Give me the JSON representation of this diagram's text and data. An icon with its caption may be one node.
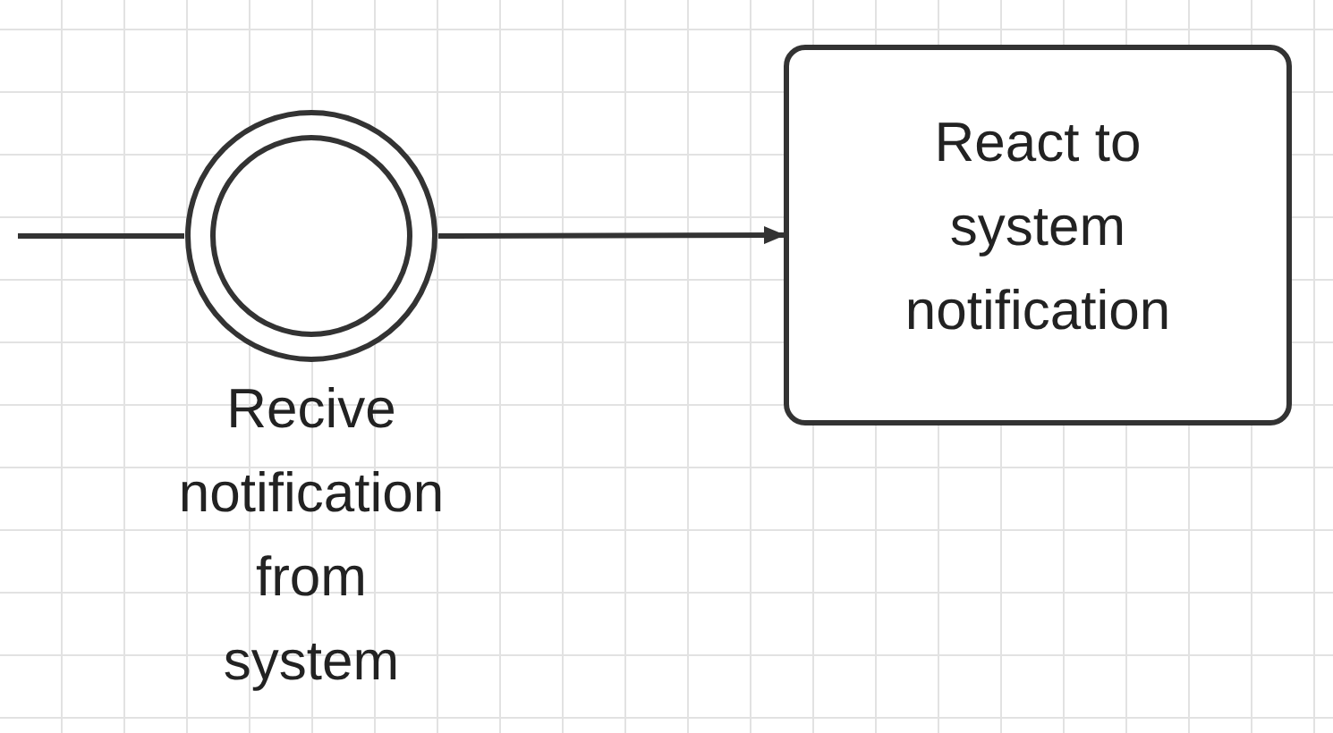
{
  "diagram": {
    "nodes": [
      {
        "text": [],
        "shape": "circle",
        "beside": [
          "Recive notification from system"
        ]
      },
      {
        "text": [
          "React to system notification"
        ]
      }
    ],
    "edges": [
      {
        "from": null,
        "to": 0,
        "arrow": "none"
      },
      {
        "from": 0,
        "to": 1,
        "arrow": "to"
      }
    ]
  }
}
